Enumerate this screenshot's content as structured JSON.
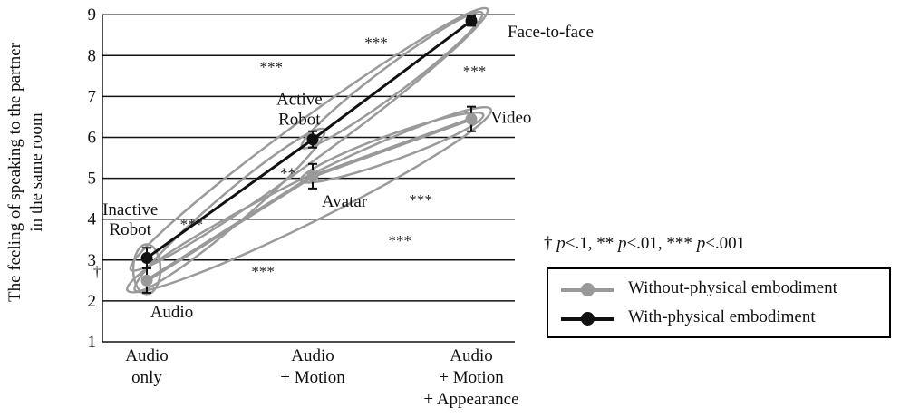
{
  "chart_data": {
    "type": "line",
    "ylabel": "The feeling of speaking to the partner in the same room",
    "ylabel_lines": [
      "The feeling of speaking to the partner",
      "in the same room"
    ],
    "ylim": [
      1,
      9
    ],
    "yticks": [
      "1",
      "2",
      "3",
      "4",
      "5",
      "6",
      "7",
      "8",
      "9"
    ],
    "grid": true,
    "categories": [
      {
        "lines": [
          "Audio",
          "only"
        ]
      },
      {
        "lines": [
          "Audio",
          "+ Motion"
        ]
      },
      {
        "lines": [
          "Audio",
          "+ Motion",
          "+ Appearance"
        ]
      }
    ],
    "series": [
      {
        "name": "Without-physical embodiment",
        "color": "#999999",
        "values": [
          2.5,
          5.05,
          6.45
        ],
        "errors": [
          0.3,
          0.3,
          0.3
        ]
      },
      {
        "name": "With-physical embodiment",
        "color": "#111111",
        "values": [
          3.05,
          5.95,
          8.85
        ],
        "errors": [
          0.25,
          0.2,
          0.12
        ]
      }
    ],
    "point_labels": [
      {
        "lines": [
          "Audio"
        ],
        "x": 0.15,
        "y": 1.6
      },
      {
        "lines": [
          "Inactive",
          "Robot"
        ],
        "x": -0.1,
        "y": 4.1
      },
      {
        "lines": [
          "Active",
          "Robot"
        ],
        "x": 0.92,
        "y": 6.8
      },
      {
        "lines": [
          "Avatar"
        ],
        "x": 1.2,
        "y": 4.3
      },
      {
        "lines": [
          "Video"
        ],
        "x": 2.25,
        "y": 6.35
      },
      {
        "lines": [
          "Face-to-face"
        ],
        "x": 2.5,
        "y": 8.45
      }
    ],
    "significance": [
      {
        "text": "†",
        "x": -0.3,
        "y": 2.6
      },
      {
        "text": "***",
        "x": 0.27,
        "y": 3.75
      },
      {
        "text": "**",
        "x": 0.85,
        "y": 5.0
      },
      {
        "text": "***",
        "x": 0.75,
        "y": 7.6
      },
      {
        "text": "***",
        "x": 1.4,
        "y": 8.2
      },
      {
        "text": "***",
        "x": 2.02,
        "y": 7.5
      },
      {
        "text": "***",
        "x": 1.68,
        "y": 4.35
      },
      {
        "text": "***",
        "x": 1.55,
        "y": 3.35
      },
      {
        "text": "***",
        "x": 0.7,
        "y": 2.6
      }
    ],
    "significance_note": "† p<.1, ** p<.01, *** p<.001"
  }
}
